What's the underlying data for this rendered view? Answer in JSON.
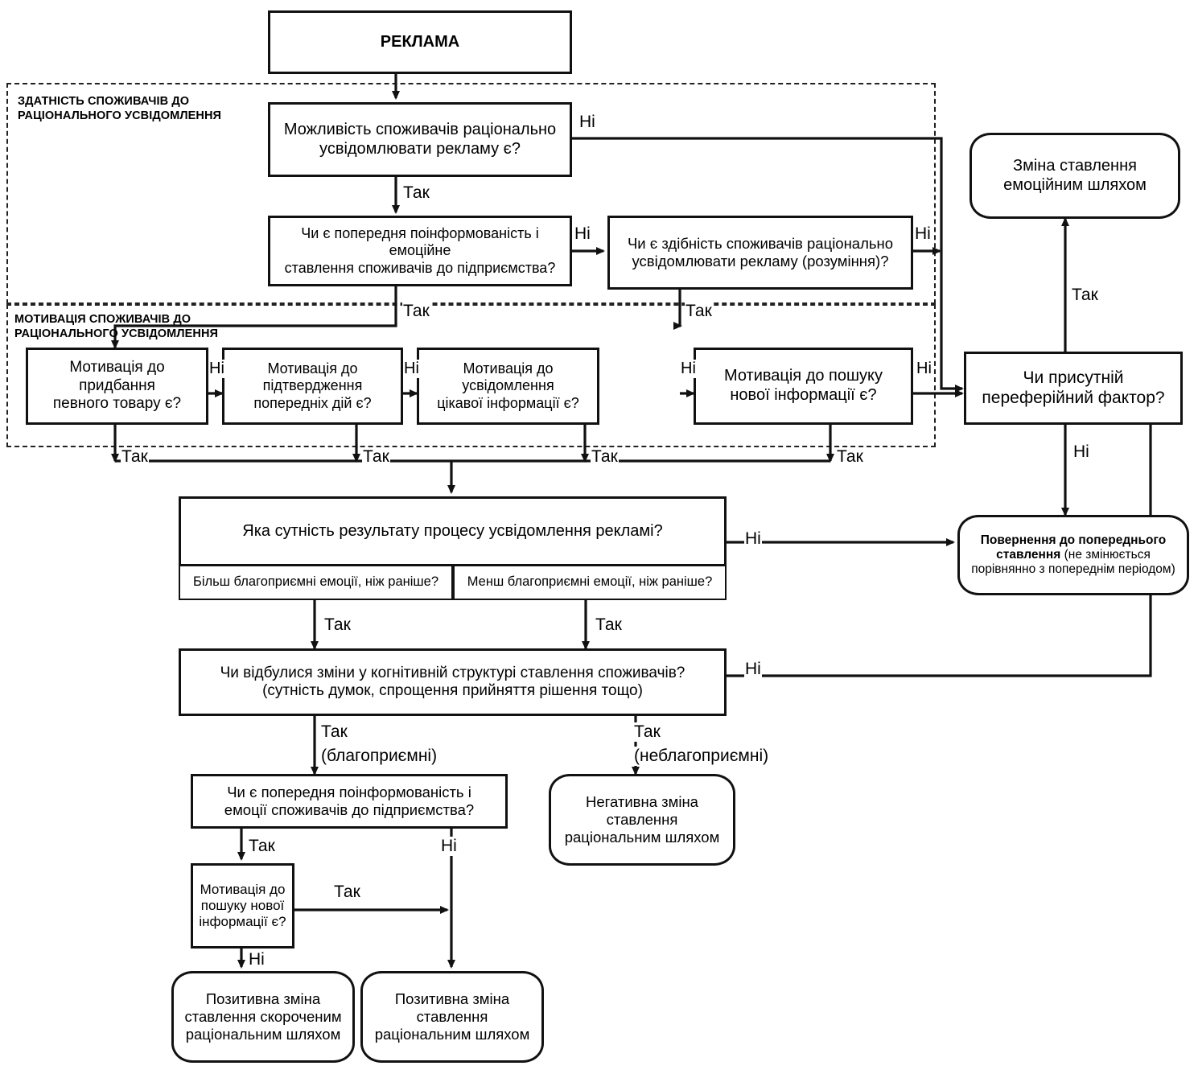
{
  "diagram": {
    "title_box": "РЕКЛАМА",
    "groups": [
      {
        "name": "ability",
        "label": "ЗДАТНІСТЬ СПОЖИВАЧІВ ДО\nРАЦІОНАЛЬНОГО УСВІДОМЛЕННЯ"
      },
      {
        "name": "motivation",
        "label": "МОТИВАЦІЯ СПОЖИВАЧІВ ДО\nРАЦІОНАЛЬНОГО УСВІДОМЛЕННЯ"
      }
    ],
    "nodes": {
      "advertising": "РЕКЛАМА",
      "possibility": "Можливість споживачів раціонально\nусвідомлювати рекламу є?",
      "prior_awareness_top": "Чи є попередня поінформованість і емоційне\nставлення  споживачів до підприємства?",
      "ability_rational": "Чи є здібність споживачів раціонально\nусвідомлювати рекламу (розуміння)?",
      "motivation_purchase": "Мотивація до придбання\nпевного товару є?",
      "motivation_confirm": "Мотивація до підтвердження\nпопередніх дій є?",
      "motivation_aware": "Мотивація до усвідомлення\nцікавої інформації є?",
      "motivation_search": "Мотивація до пошуку\nнової інформації є?",
      "emotional_change": "Зміна ставлення\nемоційним шляхом",
      "peripheral_factor": "Чи присутній\nпереферійний фактор?",
      "return_prev_bold": "Повернення до попереднього ставлення",
      "return_prev_rest": " (не змінюється порівнянно з попереднім періодом)",
      "result_essence": "Яка сутність результату процесу усвідомлення рекламі?",
      "more_pleasant": "Більш благоприємні емоції, ніж раніше?",
      "less_pleasant": "Менш благоприємні емоції, ніж раніше?",
      "cognitive_changes": "Чи відбулися зміни у когнітивній структурі ставлення споживачів?\n(сутність думок, спрощення прийняття рішення тощо)",
      "prior_awareness_bottom": "Чи є попередня поінформованість і\nемоції споживачів до підприємства?",
      "motivation_search_small": "Мотивація до\nпошуку нової\nінформації є?",
      "negative_change": "Негативна зміна\nставлення\nраціональним шляхом",
      "positive_short": "Позитивна зміна\nставлення скороченим\nраціональним шляхом",
      "positive_rational": "Позитивна зміна\nставлення\nраціональним шляхом"
    },
    "edge_labels": {
      "yes": "Так",
      "no": "Ні",
      "yes_favorable": "(благоприємні)",
      "yes_unfavorable": "(неблагоприємні)"
    },
    "colors": {
      "stroke": "#111111",
      "background": "#ffffff",
      "group_border": "#222222"
    }
  }
}
